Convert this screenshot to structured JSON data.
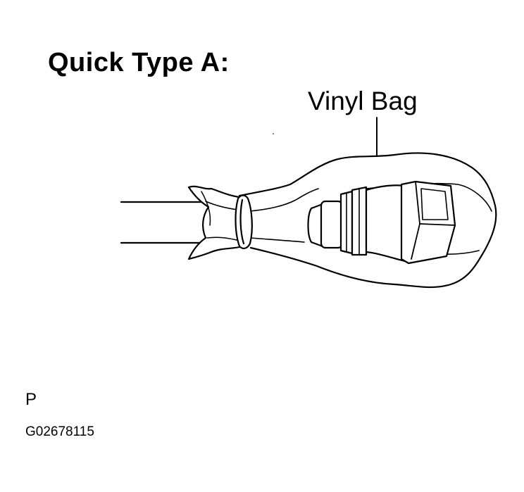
{
  "title": "Quick Type A:",
  "callout_label": "Vinyl Bag",
  "section_letter": "P",
  "figure_id": "G02678115"
}
